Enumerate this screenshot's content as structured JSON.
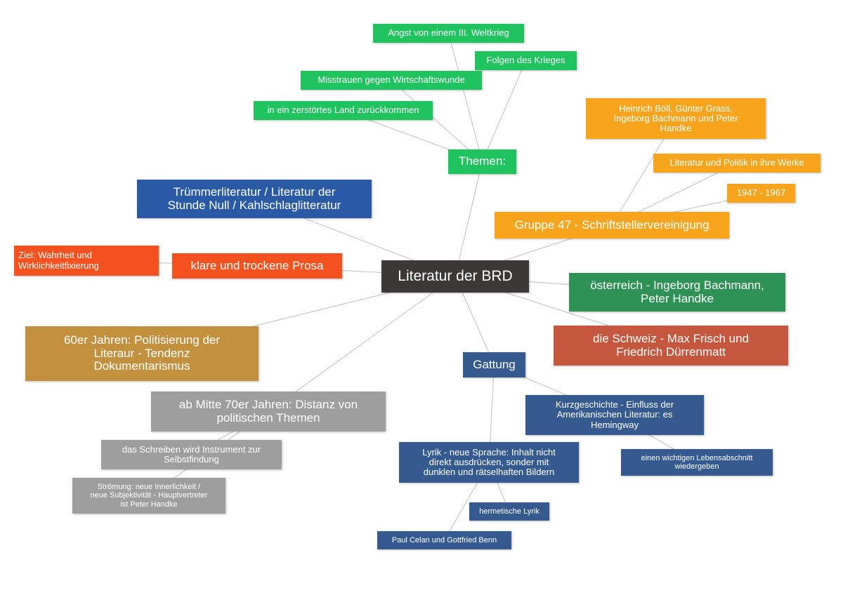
{
  "colors": {
    "center": "#3b3838",
    "green": "#1fc45f",
    "orange": "#f8a51d",
    "blue": "#2a5aa6",
    "red": "#f4511e",
    "ochre": "#c3913e",
    "gray": "#9e9e9e",
    "dark_green": "#2e9155",
    "brick": "#c4573d",
    "navy": "#345a8f",
    "link": "#c8c8c8"
  },
  "nodes": [
    {
      "id": "center",
      "text": "Literatur der BRD",
      "color": "center"
    },
    {
      "id": "themen",
      "text": "Themen:",
      "color": "green"
    },
    {
      "id": "angst",
      "text": "Angst von einem III. Weltkrieg",
      "color": "green"
    },
    {
      "id": "folgen",
      "text": "Folgen des Krieges",
      "color": "green"
    },
    {
      "id": "misstrauen",
      "text": "Misstrauen gegen Wirtschaftswunde",
      "color": "green"
    },
    {
      "id": "zerstoert",
      "text": "in ein zerstörtes Land zurückkommen",
      "color": "green"
    },
    {
      "id": "gruppe47",
      "text": "Gruppe 47 - Schriftstellervereinigung",
      "color": "orange"
    },
    {
      "id": "autoren47",
      "text": "Heinrich Böll, Günter Grass,\nIngeborg Bachmann und Peter\nHandke",
      "color": "orange"
    },
    {
      "id": "politik",
      "text": "Literatur und Politik in ihre Werke",
      "color": "orange"
    },
    {
      "id": "jahre47",
      "text": "1947 - 1967",
      "color": "orange"
    },
    {
      "id": "truemmer",
      "text": "Trümmerliteratur / Literatur der\nStunde Null / Kahlschlaglitteratur",
      "color": "blue"
    },
    {
      "id": "prosa",
      "text": "klare und trockene Prosa",
      "color": "red"
    },
    {
      "id": "wahrheit",
      "text": "Ziel: Wahrheit und\nWirklichkeitfixierung",
      "color": "red"
    },
    {
      "id": "oesterreich",
      "text": "österreich - Ingeborg Bachmann,\nPeter Handke",
      "color": "dark_green"
    },
    {
      "id": "schweiz",
      "text": "die Schweiz - Max Frisch und\nFriedrich Dürrenmatt",
      "color": "brick"
    },
    {
      "id": "sechziger",
      "text": "60er Jahren: Politisierung der\nLiteraur - Tendenz\nDokumentarismus",
      "color": "ochre"
    },
    {
      "id": "gattung",
      "text": "Gattung",
      "color": "navy"
    },
    {
      "id": "kurzgeschichte",
      "text": "Kurzgeschichte - Einfluss der\nAmerikanischen Literatur: es\nHemingway",
      "color": "navy"
    },
    {
      "id": "lebensabschnitt",
      "text": "einen wichtigen Lebensabschnitt\nwiedergeben",
      "color": "navy"
    },
    {
      "id": "lyrik",
      "text": "Lyrik - neue Sprache: Inhalt nicht\ndirekt ausdrücken, sonder mit\ndunklen und rätselhaften Bildern",
      "color": "navy"
    },
    {
      "id": "hermetisch",
      "text": "hermetische Lyrik",
      "color": "navy"
    },
    {
      "id": "celan",
      "text": "Paul Celan und Gottfried Benn",
      "color": "navy"
    },
    {
      "id": "siebziger",
      "text": "ab Mitte 70er Jahren: Distanz von\npolitischen Themen",
      "color": "gray"
    },
    {
      "id": "schreiben",
      "text": "das Schreiben wird Instrument zur\nSelbstfindung",
      "color": "gray"
    },
    {
      "id": "stroemung",
      "text": "Strömung: neue Innerlichkeit /\nneue Subjektivität - Hauptvertreter\nist Peter Handke",
      "color": "gray"
    }
  ],
  "links": [
    [
      "center",
      "themen"
    ],
    [
      "themen",
      "angst"
    ],
    [
      "themen",
      "folgen"
    ],
    [
      "themen",
      "misstrauen"
    ],
    [
      "themen",
      "zerstoert"
    ],
    [
      "center",
      "gruppe47"
    ],
    [
      "gruppe47",
      "autoren47"
    ],
    [
      "gruppe47",
      "politik"
    ],
    [
      "gruppe47",
      "jahre47"
    ],
    [
      "center",
      "truemmer"
    ],
    [
      "center",
      "prosa"
    ],
    [
      "prosa",
      "wahrheit"
    ],
    [
      "center",
      "oesterreich"
    ],
    [
      "center",
      "schweiz"
    ],
    [
      "center",
      "sechziger"
    ],
    [
      "center",
      "gattung"
    ],
    [
      "gattung",
      "kurzgeschichte"
    ],
    [
      "kurzgeschichte",
      "lebensabschnitt"
    ],
    [
      "gattung",
      "lyrik"
    ],
    [
      "lyrik",
      "hermetisch"
    ],
    [
      "lyrik",
      "celan"
    ],
    [
      "center",
      "siebziger"
    ],
    [
      "siebziger",
      "schreiben"
    ],
    [
      "siebziger",
      "stroemung"
    ]
  ]
}
